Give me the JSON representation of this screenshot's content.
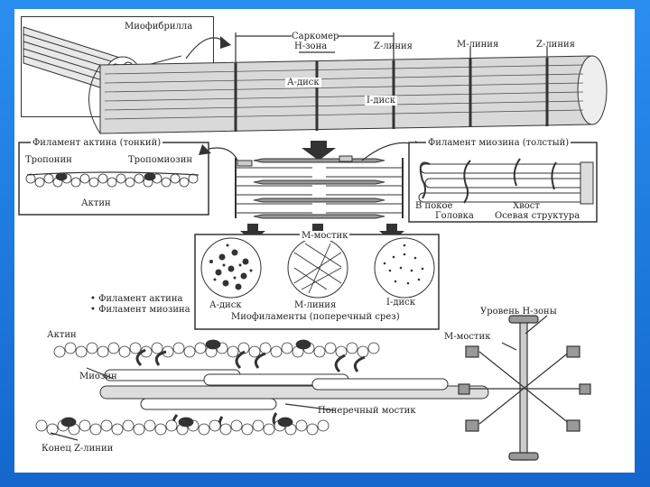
{
  "colors": {
    "frame": "#1d7fe0",
    "slide": "#ffffff",
    "ink": "#333333"
  },
  "labels": {
    "myofibril": "Миофибрилла",
    "sarcomere": "Саркомер",
    "h_zone": "Н-зона",
    "z_line_1": "Z-линия",
    "m_line_top": "М-линия",
    "z_line_2": "Z-линия",
    "a_disk_top": "А-диск",
    "i_disk_top": "I-диск",
    "actin_panel_title": "Филамент актина (тонкий)",
    "troponin": "Тропонин",
    "tropomyosin": "Тропомиозин",
    "actin_small": "Актин",
    "myosin_panel_title": "Филамент миозина (толстый)",
    "at_rest": "В покое",
    "head": "Головка",
    "tail": "Хвост",
    "axial": "Осевая структура",
    "m_bridge": "М-мостик",
    "a_disk_cs": "А-диск",
    "m_line_cs": "М-линия",
    "i_disk_cs": "I-диск",
    "legend_actin": "• Филамент актина",
    "legend_myosin": "• Филамент миозина",
    "cross_section": "Миофиламенты (поперечный срез)",
    "actin_bottom": "Актин",
    "myosin_bottom": "Миозин",
    "cross_bridge": "Поперечный мостик",
    "z_line_end": "Конец Z-линии",
    "h_zone_level": "Уровень Н-зоны",
    "m_bridge_right": "М-мостик"
  }
}
